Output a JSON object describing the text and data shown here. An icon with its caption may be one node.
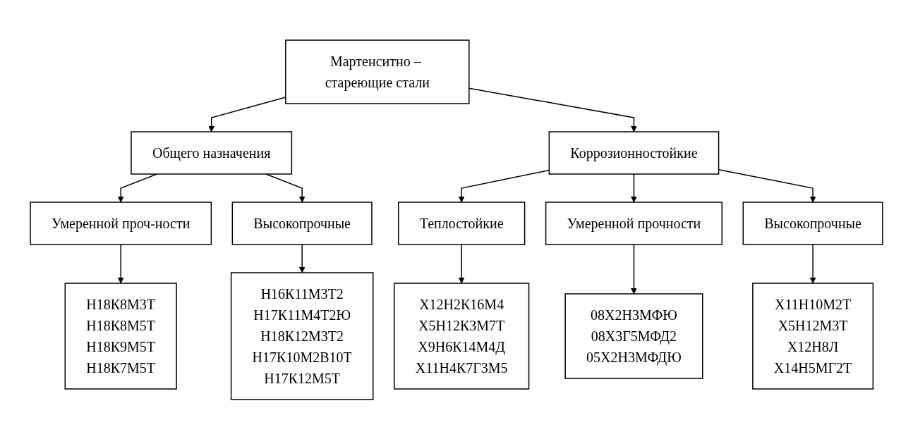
{
  "diagram": {
    "nodes": [
      {
        "text": [
          "Мартенситно – стареющие стали"
        ]
      },
      {
        "text": [
          "Общего назначения"
        ]
      },
      {
        "text": [
          "Коррозионностойкие"
        ]
      },
      {
        "text": [
          "Высокопрочные"
        ]
      },
      {
        "text": [
          "Умеренной прочности"
        ]
      },
      {
        "text": [
          "Умеренной проч-ности"
        ]
      },
      {
        "text": [
          "Н16К11М3Т2",
          "Н17К11М4Т2Ю",
          "Н18К12М3Т2",
          "Н17К10М2В10Т",
          "Н17К12М5Т"
        ]
      },
      {
        "text": [
          "08Х2Н3МФЮ",
          "08Х3Г5МФД2",
          "05Х2Н3МФДЮ"
        ]
      },
      {
        "text": [
          "Теплостойкие"
        ]
      },
      {
        "text": [
          "Высокопрочные"
        ]
      },
      {
        "text": [
          "Н18К8М3Т",
          "Н18К8М5Т",
          "Н18К9М5Т",
          "Н18К7М5Т"
        ]
      },
      {
        "text": [
          "Х12Н2К16М4",
          "Х5Н12К3М7Т",
          "Х9Н6К14М4Д",
          "Х11Н4К7Г3М5"
        ]
      },
      {
        "text": [
          "Х11Н10М2Т",
          "Х5Н12М3Т",
          "Х12Н8Л",
          "Х14Н5МГ2Т"
        ]
      }
    ],
    "edges": [
      {
        "from": 0,
        "to": 1,
        "arrow": "to"
      },
      {
        "from": 0,
        "to": 2,
        "arrow": "to"
      },
      {
        "from": 1,
        "to": 5,
        "arrow": "to"
      },
      {
        "from": 1,
        "to": 3,
        "arrow": "to"
      },
      {
        "from": 2,
        "to": 8,
        "arrow": "to"
      },
      {
        "from": 2,
        "to": 4,
        "arrow": "to"
      },
      {
        "from": 2,
        "to": 9,
        "arrow": "to"
      },
      {
        "from": 5,
        "to": 10,
        "arrow": "to"
      },
      {
        "from": 3,
        "to": 6,
        "arrow": "to"
      },
      {
        "from": 4,
        "to": 7,
        "arrow": "to"
      },
      {
        "from": 8,
        "to": 11,
        "arrow": "to"
      },
      {
        "from": 9,
        "to": 12,
        "arrow": "to"
      }
    ]
  }
}
